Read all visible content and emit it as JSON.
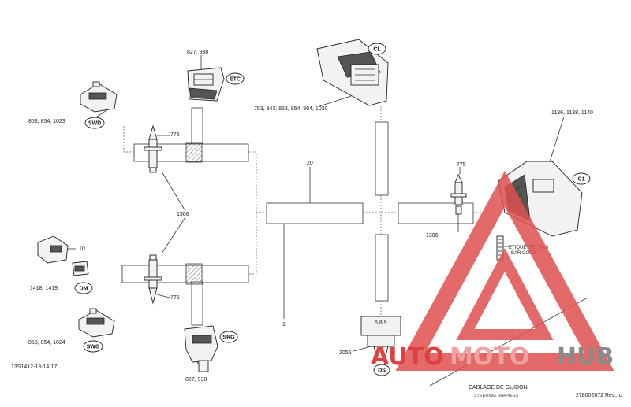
{
  "connectors": {
    "etc": {
      "bubble": "ETC",
      "parts": "827, 938"
    },
    "swd": {
      "bubble": "SWD",
      "parts": "853, 854, 1023"
    },
    "dm": {
      "bubble": "DM",
      "parts": "1418, 1419",
      "part_top": "10"
    },
    "swg": {
      "bubble": "SWG",
      "parts": "853, 854, 1024"
    },
    "srg": {
      "bubble": "SRG",
      "parts": "827, 938"
    },
    "cl": {
      "bubble": "CL",
      "parts": "753, 843, 853, 854, 894, 1020"
    },
    "c1": {
      "bubble": "C1",
      "parts": "1136, 1138, 1140"
    },
    "ds": {
      "bubble": "DS",
      "parts": "2055",
      "pins": "6 8 9"
    }
  },
  "callouts": {
    "clip_top_left": "775",
    "clip_bottom_left": "775",
    "clip_right": "775",
    "tie_left": "1306",
    "tie_right": "1306",
    "harness": "20",
    "leader_bottom_left": "1",
    "leader_bottom_right": "1"
  },
  "tag": {
    "line1": "ETIQUETTE / TAG",
    "line2": "BAR CODE"
  },
  "footer": {
    "drawing_id": "13S1412-13-14-17",
    "title": "CABLAGE DE GUIDON",
    "subtitle": "STEERING HARNESS",
    "revision": "278002872 Rev.: c"
  },
  "watermark": {
    "part1": "AUTO",
    "part2": "MOTO",
    "part3": "HUB",
    "color1": "#e04040",
    "color2": "#f0a0a0",
    "color3": "#8a8a8a"
  }
}
